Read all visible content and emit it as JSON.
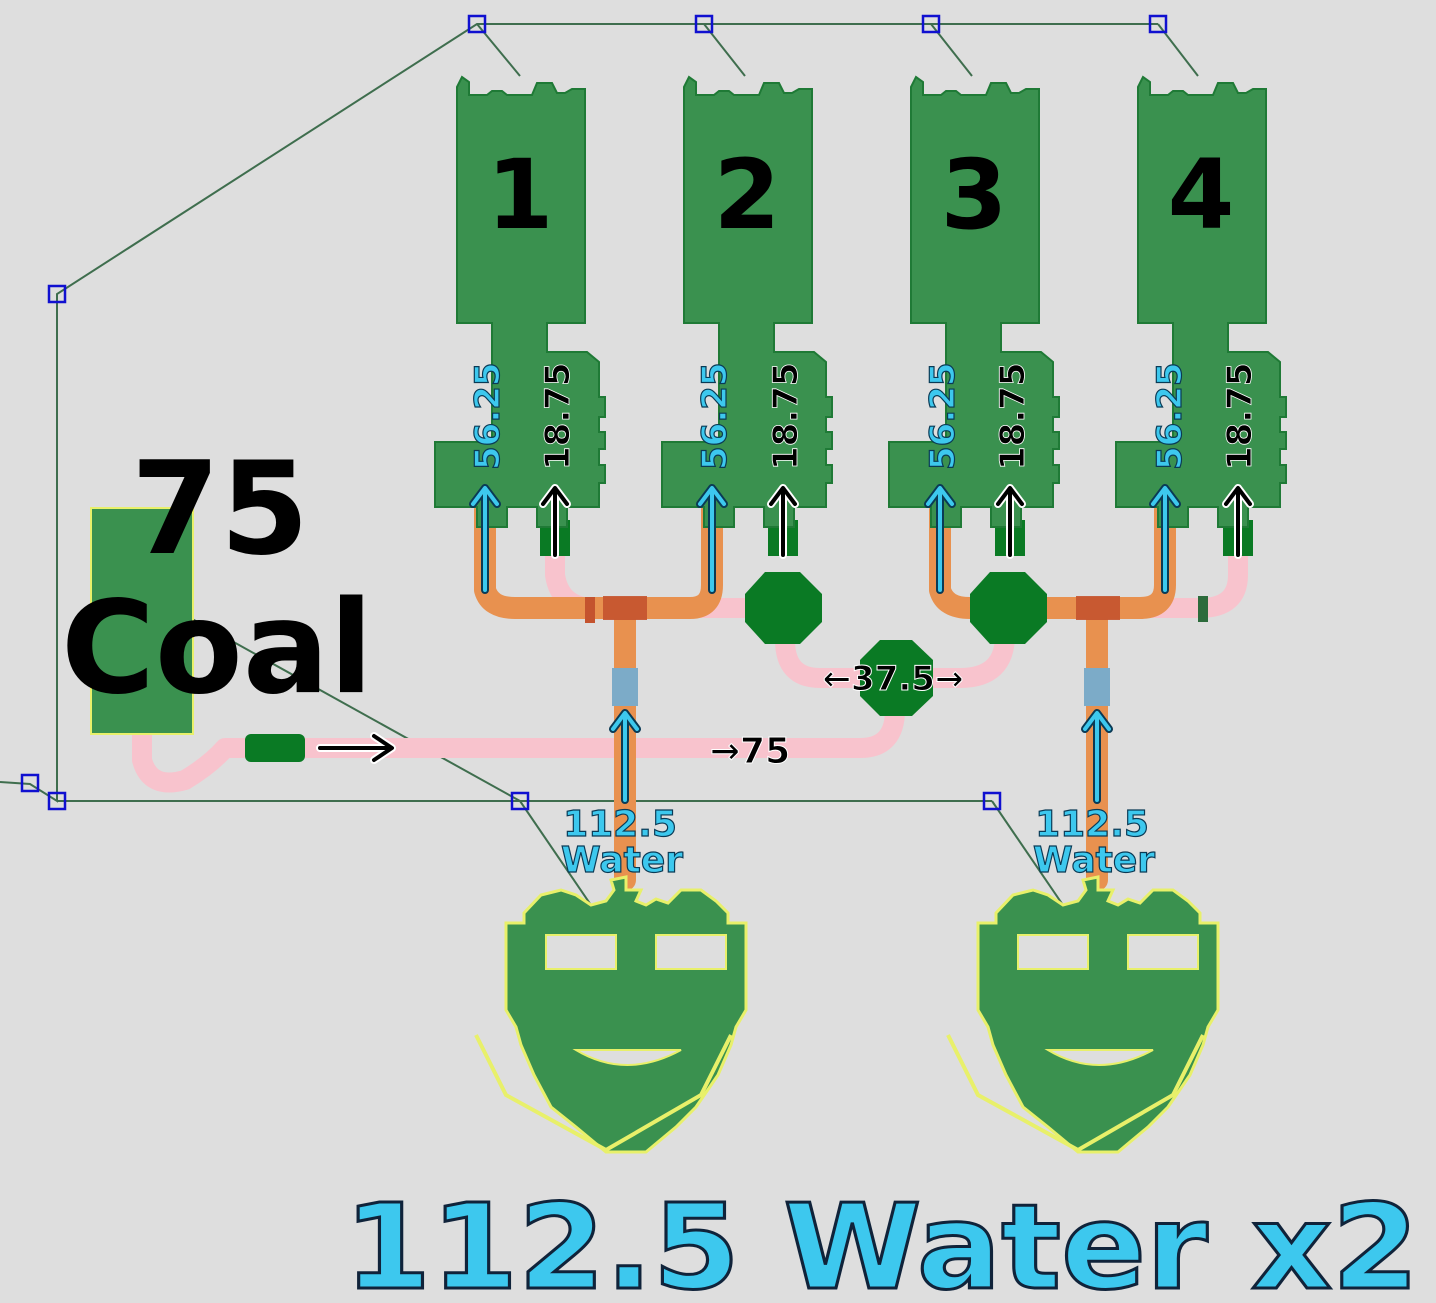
{
  "colors": {
    "background": "#dedede",
    "building": "#3a914f",
    "building_edge": "#1f7a36",
    "selection_outline": "#e8f06a",
    "water_pipe": "#e8914f",
    "coal_belt": "#f8c3cd",
    "water_text": "#3dc8ee",
    "dark_green": "#0a7a24",
    "wire": "#3f6e4e",
    "node": "#1010d0"
  },
  "reactors": [
    {
      "number": "1",
      "water_rate": "56.25",
      "coal_rate": "18.75"
    },
    {
      "number": "2",
      "water_rate": "56.25",
      "coal_rate": "18.75"
    },
    {
      "number": "3",
      "water_rate": "56.25",
      "coal_rate": "18.75"
    },
    {
      "number": "4",
      "water_rate": "56.25",
      "coal_rate": "18.75"
    }
  ],
  "coal_source": {
    "amount": "75",
    "label": "Coal"
  },
  "belt_labels": {
    "main_flow": "→75",
    "split_flow": "←37.5→"
  },
  "water_sources": [
    {
      "amount": "112.5",
      "label": "Water"
    },
    {
      "amount": "112.5",
      "label": "Water"
    }
  ],
  "footer": "112.5 Water x2",
  "icons": {
    "up_arrow": "arrow-up-icon",
    "right_arrow": "arrow-right-icon"
  }
}
